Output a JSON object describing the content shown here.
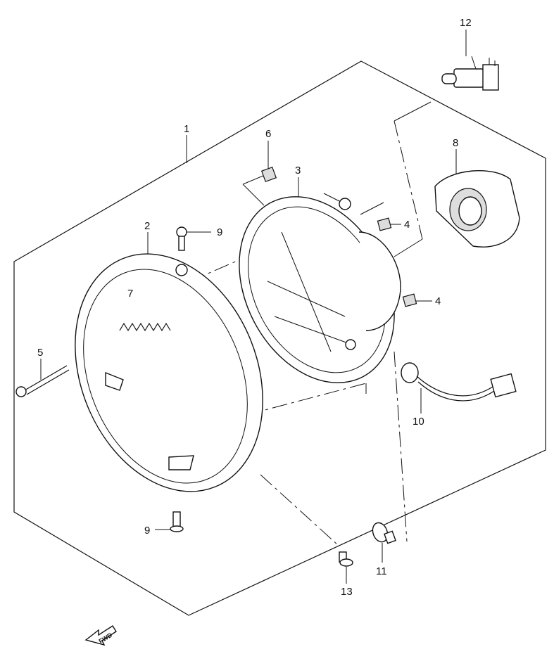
{
  "callouts": {
    "c1": "1",
    "c2": "2",
    "c3": "3",
    "c4a": "4",
    "c4b": "4",
    "c5": "5",
    "c6": "6",
    "c7": "7",
    "c8": "8",
    "c9a": "9",
    "c9b": "9",
    "c10": "10",
    "c11": "11",
    "c12": "12",
    "c13": "13"
  },
  "fwd_label": "FWD",
  "colors": {
    "line": "#111111",
    "background": "#ffffff"
  }
}
